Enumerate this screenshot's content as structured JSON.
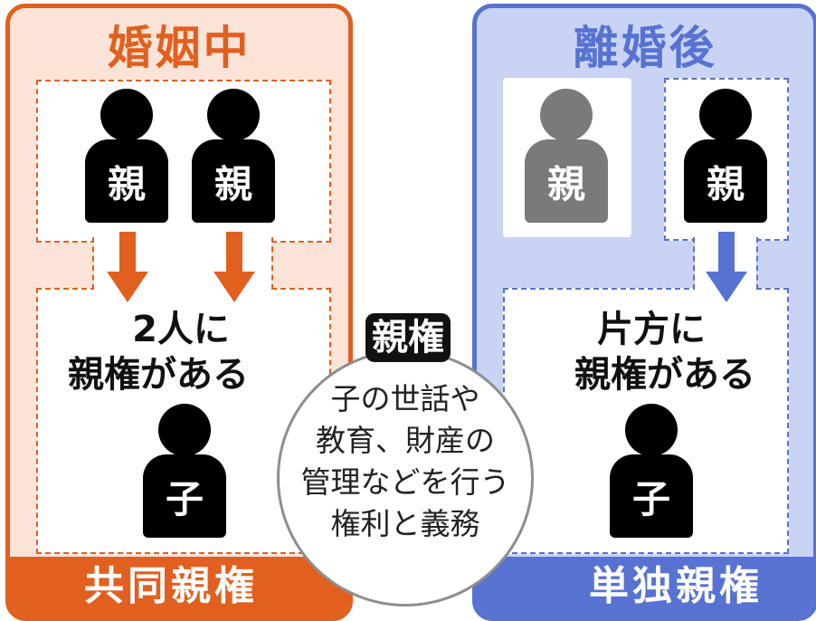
{
  "left_panel": {
    "title": "婚姻中",
    "footer": "共同親権",
    "parent_labels": [
      "親",
      "親"
    ],
    "statement_lines": [
      "2人に",
      "親権がある"
    ],
    "child_label": "子",
    "color": "#e1601f"
  },
  "right_panel": {
    "title": "離婚後",
    "footer": "単独親権",
    "parent_labels": [
      "親",
      "親"
    ],
    "statement_lines": [
      "片方に",
      "親権がある"
    ],
    "child_label": "子",
    "color": "#5772d1"
  },
  "center": {
    "badge": "親権",
    "definition_lines": [
      "子の世話や",
      "教育、財産の",
      "管理などを行う",
      "権利と義務"
    ]
  },
  "icons": [
    "person-icon",
    "down-arrow-icon"
  ]
}
